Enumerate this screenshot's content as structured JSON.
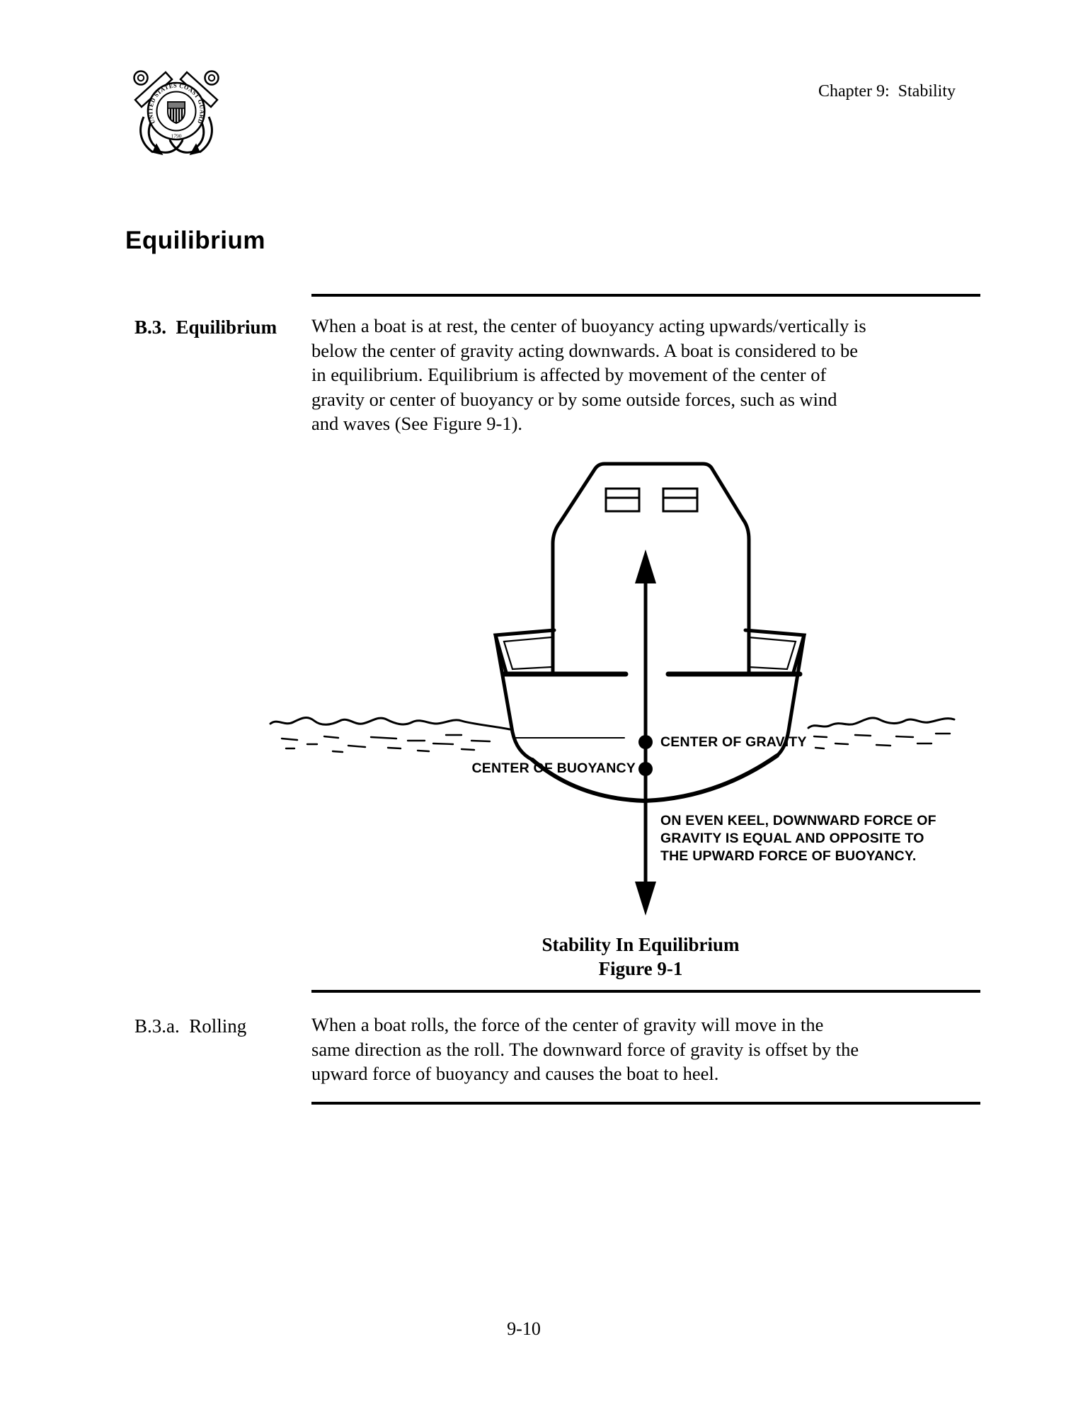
{
  "header": {
    "chapter": "Chapter 9:  Stability"
  },
  "logo": {
    "ring_text": "UNITED STATES COAST GUARD",
    "year": "1790"
  },
  "page_title": "Equilibrium",
  "sections": [
    {
      "label": "B.3.  Equilibrium",
      "lines": [
        "When a boat is at rest, the center of buoyancy acting upwards/vertically is",
        "below the center of gravity acting downwards. A boat is considered to be",
        "in equilibrium. Equilibrium is affected by movement of the center of",
        "gravity or center of buoyancy or by some outside forces, such as wind",
        "and waves (See Figure 9-1)."
      ]
    },
    {
      "label": "B.3.a.  Rolling",
      "lines": [
        "When a boat rolls, the force of the center of gravity will move in the",
        "same direction as the roll. The downward force of gravity is offset by the",
        "upward force of buoyancy and causes the boat to heel."
      ]
    }
  ],
  "figure": {
    "label_center_of_gravity": "CENTER OF GRAVITY",
    "label_center_of_buoyancy": "CENTER OF BUOYANCY",
    "annotation_lines": [
      "ON EVEN KEEL, DOWNWARD FORCE OF",
      "GRAVITY IS EQUAL AND OPPOSITE TO",
      "THE UPWARD FORCE OF BUOYANCY."
    ],
    "caption_title": "Stability In Equilibrium",
    "caption_number": "Figure 9-1"
  },
  "footer": {
    "page_number": "9-10"
  }
}
